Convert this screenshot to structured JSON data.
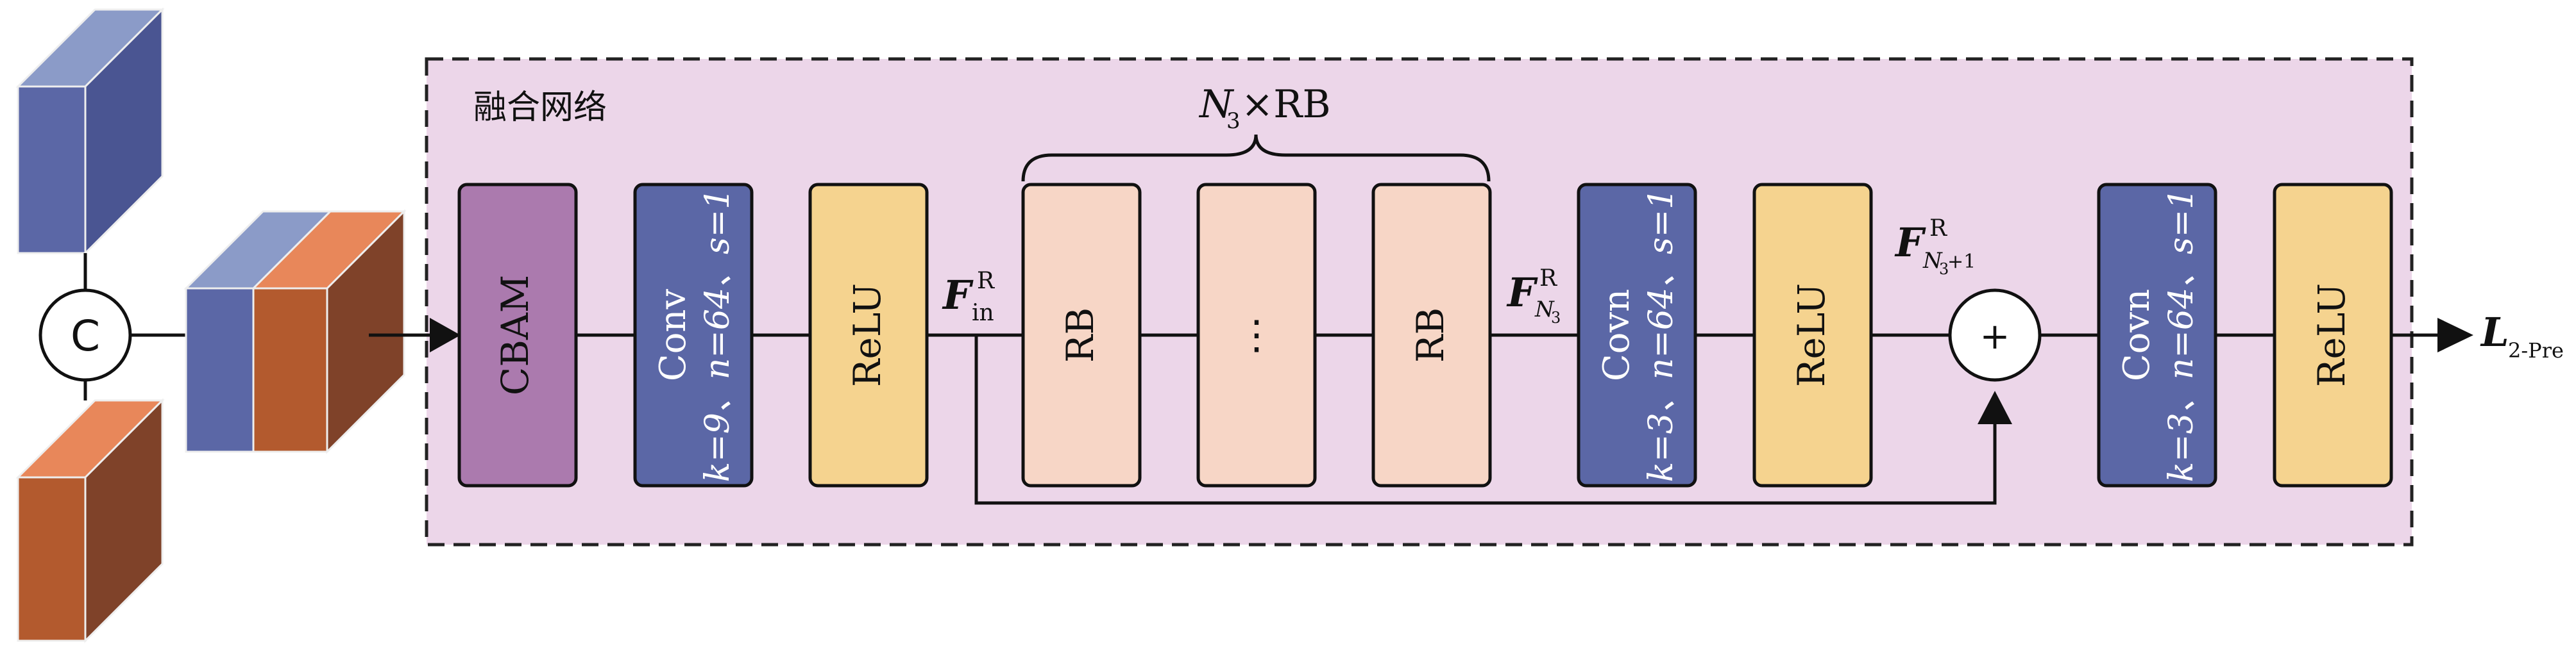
{
  "group_label": "融合网络",
  "repeat_label": {
    "prefix": "N",
    "sub": "3",
    "suffix": "×RB"
  },
  "concat_symbol": "C",
  "add_symbol": "+",
  "blocks": {
    "cbam": "CBAM",
    "conv1": {
      "title": "Conv",
      "params": "k=9、n=64、s=1"
    },
    "relu1": "ReLU",
    "rb1": "RB",
    "rb_dots": "⋮",
    "rb2": "RB",
    "conv2": {
      "title": "Covn",
      "params": "k=3、n=64、s=1"
    },
    "relu2": "ReLU",
    "conv3": {
      "title": "Covn",
      "params": "k=3、n=64、s=1"
    },
    "relu3": "ReLU"
  },
  "features": {
    "f_in": {
      "main": "F",
      "sup": "R",
      "sub": "in"
    },
    "f_n3": {
      "main": "F",
      "sup": "R",
      "sub": "N",
      "subsub": "3"
    },
    "f_n3p1": {
      "main": "F",
      "sup": "R",
      "sub": "N",
      "subsub": "3",
      "subtail": "+1"
    }
  },
  "output": {
    "main": "L",
    "sub": "2-Pre"
  },
  "colors": {
    "group_bg": "#ecd6e9",
    "cbam": "#ab7aae",
    "conv": "#5b67a6",
    "relu": "#f5d38f",
    "rb": "#f7d6c6",
    "cube_blue_front": "#5b67a6",
    "cube_blue_top": "#8b9bc8",
    "cube_blue_side": "#4a5592",
    "cube_orange_front": "#b35a2e",
    "cube_orange_top": "#e8875a",
    "cube_orange_side": "#7f4229"
  }
}
